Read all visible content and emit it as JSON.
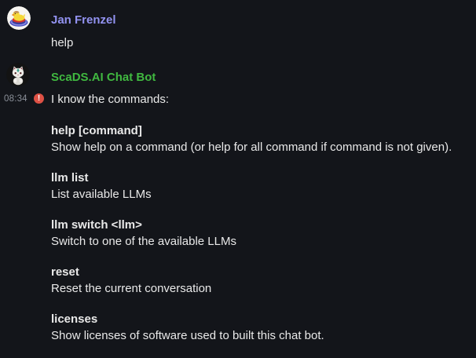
{
  "colors": {
    "background": "#13151a",
    "user_name": "#9292f0",
    "bot_name": "#40b840",
    "timestamp": "#8b9099",
    "error_red": "#de5145",
    "body_text": "#e9e9e9"
  },
  "icons": {
    "error_icon": "exclamation-in-circle",
    "error_glyph": "!",
    "user_avatar": "rubber-duck-avatar",
    "bot_avatar": "cat-bot-avatar"
  },
  "user_message": {
    "author": "Jan Frenzel",
    "text": "help"
  },
  "bot_message": {
    "author": "ScaDS.AI Chat Bot",
    "time": "08:34",
    "intro": "I know the commands:",
    "commands": [
      {
        "name": "help [command]",
        "description": "Show help on a command (or help for all command if command is not given)."
      },
      {
        "name": "llm list",
        "description": "List available LLMs"
      },
      {
        "name": "llm switch <llm>",
        "description": "Switch to one of the available LLMs"
      },
      {
        "name": "reset",
        "description": "Reset the current conversation"
      },
      {
        "name": "licenses",
        "description": "Show licenses of software used to built this chat bot."
      }
    ]
  }
}
